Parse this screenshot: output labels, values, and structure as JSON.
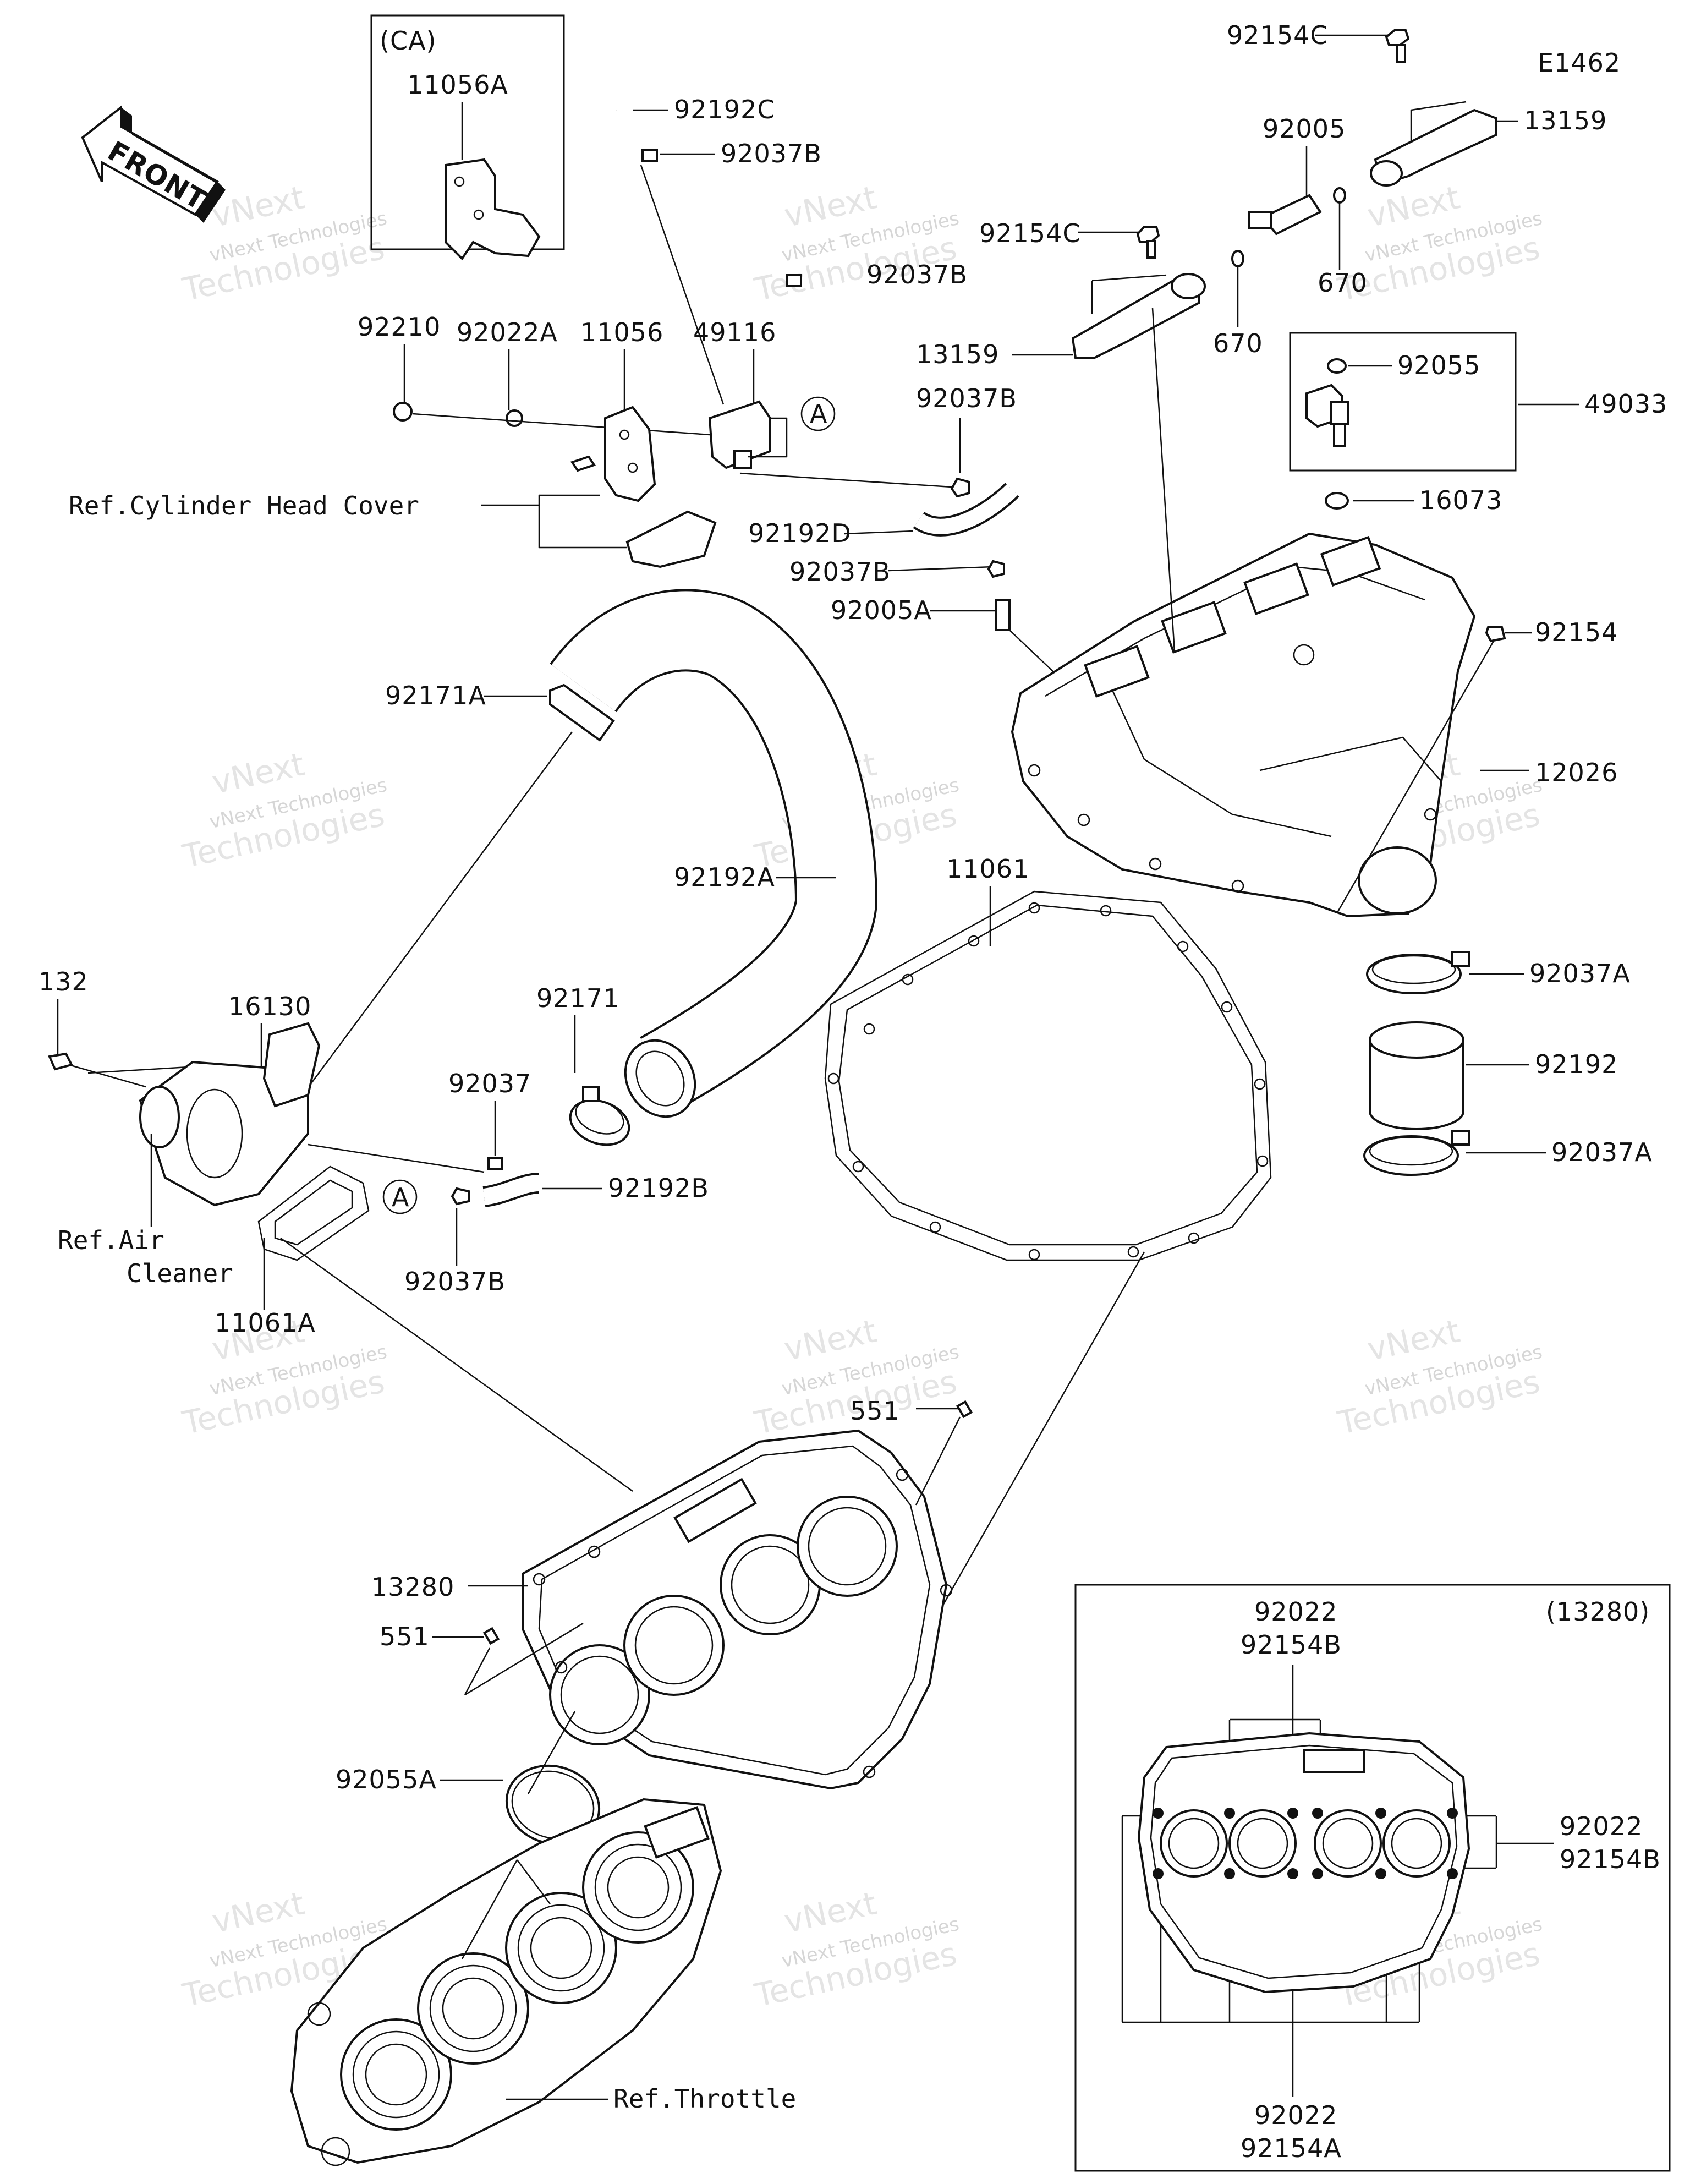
{
  "diagram_code": "E1462",
  "front_label": "FRONT",
  "ca_box": {
    "title": "(CA)",
    "part": "11056A"
  },
  "inset_box": {
    "title": "(13280)",
    "top_labels": [
      "92022",
      "92154B"
    ],
    "right_labels": [
      "92022",
      "92154B"
    ],
    "bottom_labels": [
      "92022",
      "92154A"
    ]
  },
  "refs": {
    "cylinder_head_cover": "Ref.Cylinder Head Cover",
    "air_cleaner_1": "Ref.Air",
    "air_cleaner_2": "Cleaner",
    "throttle": "Ref.Throttle"
  },
  "watermark": {
    "line1": "vNext",
    "line2": "vNext Technologies",
    "line3": "Technologies"
  },
  "parts": {
    "p92154C_top": "92154C",
    "p13159_right": "13159",
    "p92005": "92005",
    "p92154C_mid": "92154C",
    "p670_right": "670",
    "p670_mid": "670",
    "p13159_left": "13159",
    "p92055": "92055",
    "p49033": "49033",
    "p16073": "16073",
    "p92192C": "92192C",
    "p92037B_1": "92037B",
    "p92037B_2": "92037B",
    "p92210": "92210",
    "p92022A": "92022A",
    "p11056": "11056",
    "p49116": "49116",
    "pA_top": "A",
    "p92037B_3": "92037B",
    "p92192D": "92192D",
    "p92037B_4": "92037B",
    "p92005A": "92005A",
    "p92154": "92154",
    "p92171A": "92171A",
    "p12026": "12026",
    "p92192A": "92192A",
    "p11061": "11061",
    "p92037A_1": "92037A",
    "p132": "132",
    "p16130": "16130",
    "p92171": "92171",
    "p92192": "92192",
    "p92037": "92037",
    "p92037A_2": "92037A",
    "pA_bottom": "A",
    "p92192B": "92192B",
    "p92037B_5": "92037B",
    "p11061A": "11061A",
    "p551_top": "551",
    "p13280": "13280",
    "p551_bottom": "551",
    "p92055A": "92055A"
  }
}
